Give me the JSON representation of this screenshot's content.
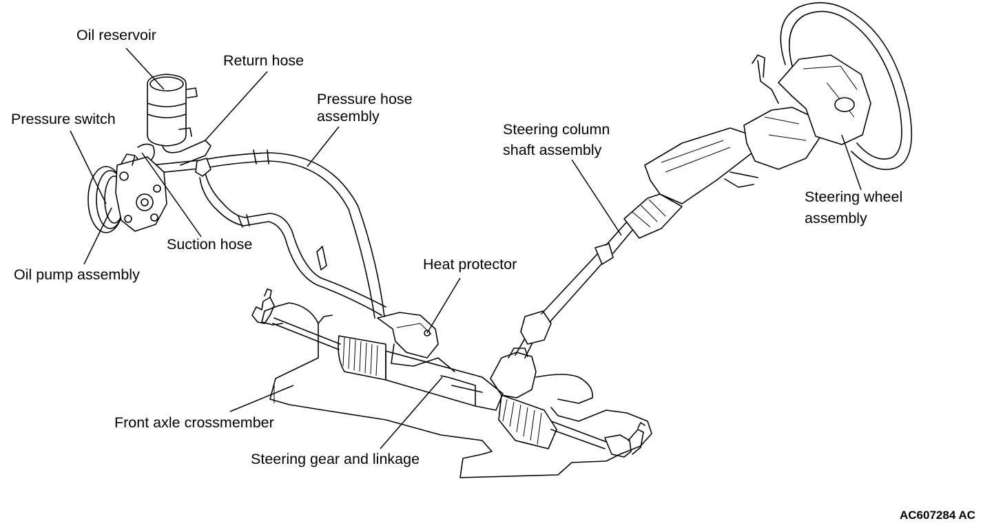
{
  "labels": {
    "oil_reservoir": "Oil reservoir",
    "return_hose": "Return hose",
    "pressure_hose_line1": "Pressure hose",
    "pressure_hose_line2": "assembly",
    "pressure_switch": "Pressure switch",
    "suction_hose": "Suction hose",
    "oil_pump": "Oil pump assembly",
    "steering_column_line1": "Steering column",
    "steering_column_line2": "shaft assembly",
    "steering_wheel_line1": "Steering wheel",
    "steering_wheel_line2": "assembly",
    "heat_protector": "Heat protector",
    "front_axle": "Front axle crossmember",
    "steering_gear": "Steering gear and linkage"
  },
  "figure_code": "AC607284 AC"
}
